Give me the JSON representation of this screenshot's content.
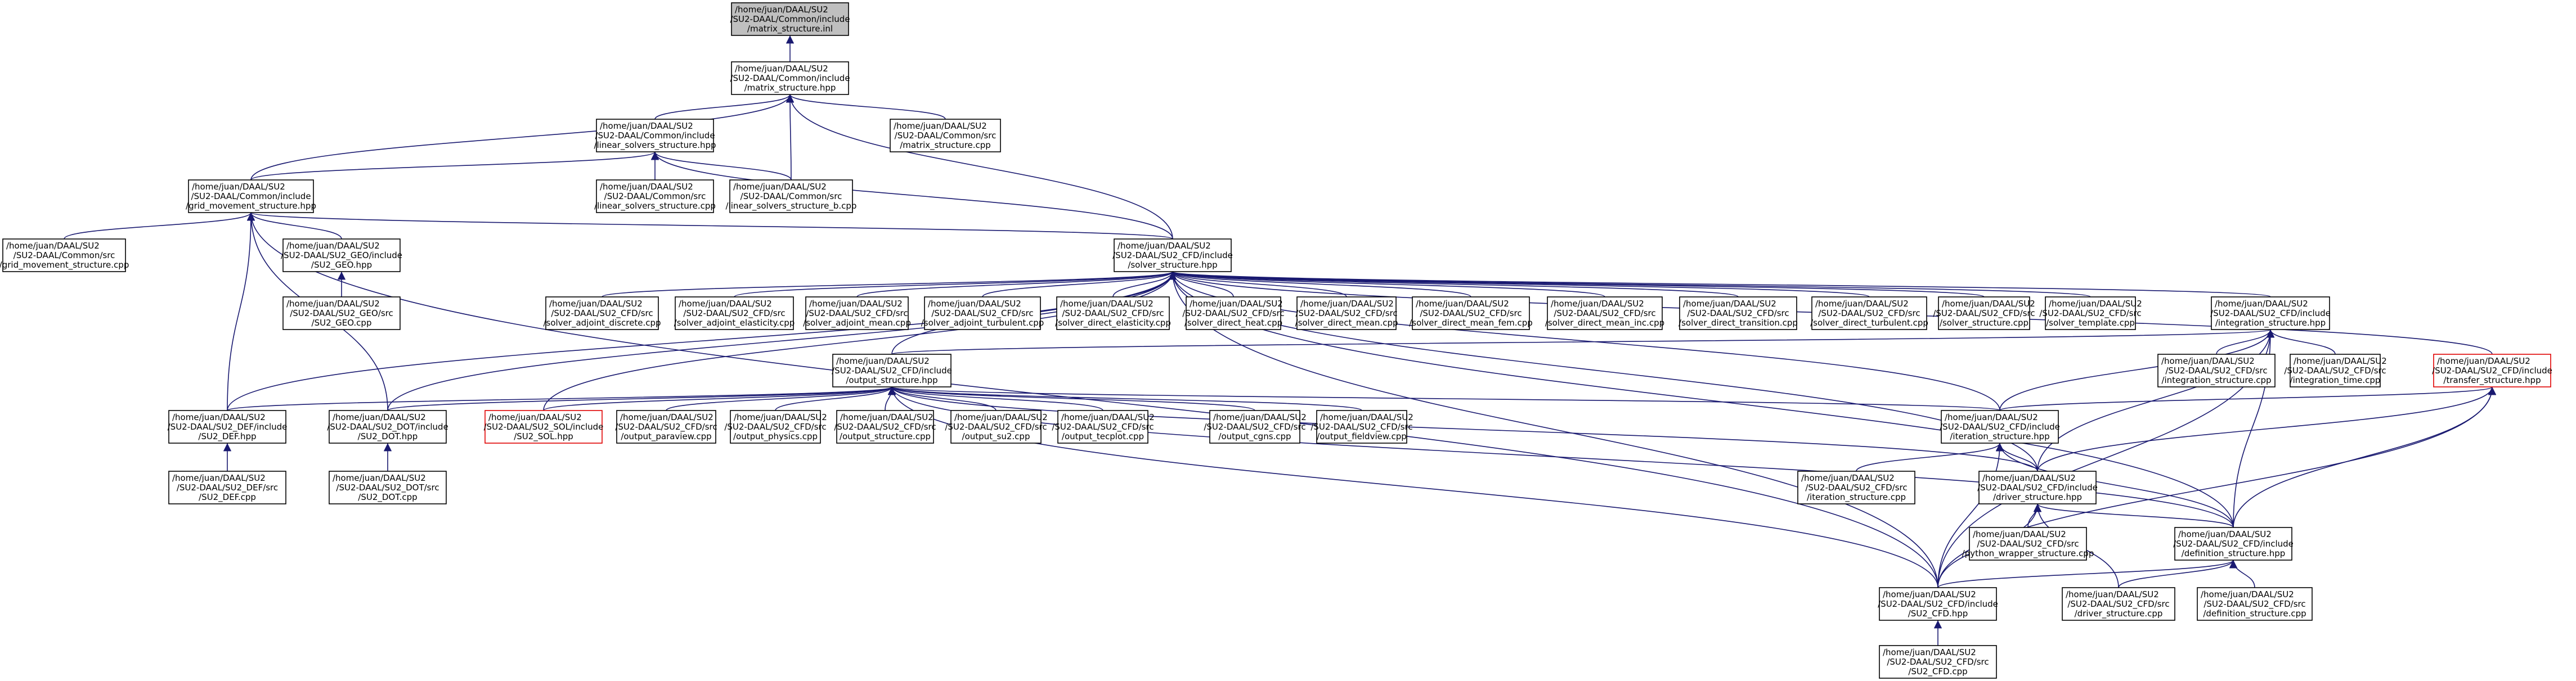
{
  "colors": {
    "edge": "#191970",
    "root_fill": "#bfbfbf",
    "red_border": "#e00000"
  },
  "nodes": {
    "matrix_structure_inl": [
      "/home/juan/DAAL/SU2",
      "/SU2-DAAL/Common/include",
      "/matrix_structure.inl"
    ],
    "matrix_structure_hpp": [
      "/home/juan/DAAL/SU2",
      "/SU2-DAAL/Common/include",
      "/matrix_structure.hpp"
    ],
    "linear_solvers_structure_hpp": [
      "/home/juan/DAAL/SU2",
      "/SU2-DAAL/Common/include",
      "/linear_solvers_structure.hpp"
    ],
    "matrix_structure_cpp": [
      "/home/juan/DAAL/SU2",
      "/SU2-DAAL/Common/src",
      "/matrix_structure.cpp"
    ],
    "grid_movement_structure_hpp": [
      "/home/juan/DAAL/SU2",
      "/SU2-DAAL/Common/include",
      "/grid_movement_structure.hpp"
    ],
    "linear_solvers_structure_cpp": [
      "/home/juan/DAAL/SU2",
      "/SU2-DAAL/Common/src",
      "/linear_solvers_structure.cpp"
    ],
    "linear_solvers_structure_b_cpp": [
      "/home/juan/DAAL/SU2",
      "/SU2-DAAL/Common/src",
      "/linear_solvers_structure_b.cpp"
    ],
    "grid_movement_structure_cpp": [
      "/home/juan/DAAL/SU2",
      "/SU2-DAAL/Common/src",
      "/grid_movement_structure.cpp"
    ],
    "su2_geo_hpp": [
      "/home/juan/DAAL/SU2",
      "/SU2-DAAL/SU2_GEO/include",
      "/SU2_GEO.hpp"
    ],
    "solver_structure_hpp": [
      "/home/juan/DAAL/SU2",
      "/SU2-DAAL/SU2_CFD/include",
      "/solver_structure.hpp"
    ],
    "su2_geo_cpp": [
      "/home/juan/DAAL/SU2",
      "/SU2-DAAL/SU2_GEO/src",
      "/SU2_GEO.cpp"
    ],
    "solver_adjoint_discrete_cpp": [
      "/home/juan/DAAL/SU2",
      "/SU2-DAAL/SU2_CFD/src",
      "/solver_adjoint_discrete.cpp"
    ],
    "solver_adjoint_elasticity_cpp": [
      "/home/juan/DAAL/SU2",
      "/SU2-DAAL/SU2_CFD/src",
      "/solver_adjoint_elasticity.cpp"
    ],
    "solver_adjoint_mean_cpp": [
      "/home/juan/DAAL/SU2",
      "/SU2-DAAL/SU2_CFD/src",
      "/solver_adjoint_mean.cpp"
    ],
    "solver_adjoint_turbulent_cpp": [
      "/home/juan/DAAL/SU2",
      "/SU2-DAAL/SU2_CFD/src",
      "/solver_adjoint_turbulent.cpp"
    ],
    "solver_direct_elasticity_cpp": [
      "/home/juan/DAAL/SU2",
      "/SU2-DAAL/SU2_CFD/src",
      "/solver_direct_elasticity.cpp"
    ],
    "solver_direct_heat_cpp": [
      "/home/juan/DAAL/SU2",
      "/SU2-DAAL/SU2_CFD/src",
      "/solver_direct_heat.cpp"
    ],
    "solver_direct_mean_cpp": [
      "/home/juan/DAAL/SU2",
      "/SU2-DAAL/SU2_CFD/src",
      "/solver_direct_mean.cpp"
    ],
    "solver_direct_mean_fem_cpp": [
      "/home/juan/DAAL/SU2",
      "/SU2-DAAL/SU2_CFD/src",
      "/solver_direct_mean_fem.cpp"
    ],
    "solver_direct_mean_inc_cpp": [
      "/home/juan/DAAL/SU2",
      "/SU2-DAAL/SU2_CFD/src",
      "/solver_direct_mean_inc.cpp"
    ],
    "solver_direct_transition_cpp": [
      "/home/juan/DAAL/SU2",
      "/SU2-DAAL/SU2_CFD/src",
      "/solver_direct_transition.cpp"
    ],
    "solver_direct_turbulent_cpp": [
      "/home/juan/DAAL/SU2",
      "/SU2-DAAL/SU2_CFD/src",
      "/solver_direct_turbulent.cpp"
    ],
    "solver_structure_cpp": [
      "/home/juan/DAAL/SU2",
      "/SU2-DAAL/SU2_CFD/src",
      "/solver_structure.cpp"
    ],
    "solver_template_cpp": [
      "/home/juan/DAAL/SU2",
      "/SU2-DAAL/SU2_CFD/src",
      "/solver_template.cpp"
    ],
    "integration_structure_hpp": [
      "/home/juan/DAAL/SU2",
      "/SU2-DAAL/SU2_CFD/include",
      "/integration_structure.hpp"
    ],
    "output_structure_hpp": [
      "/home/juan/DAAL/SU2",
      "/SU2-DAAL/SU2_CFD/include",
      "/output_structure.hpp"
    ],
    "integration_structure_cpp": [
      "/home/juan/DAAL/SU2",
      "/SU2-DAAL/SU2_CFD/src",
      "/integration_structure.cpp"
    ],
    "integration_time_cpp": [
      "/home/juan/DAAL/SU2",
      "/SU2-DAAL/SU2_CFD/src",
      "/integration_time.cpp"
    ],
    "transfer_structure_hpp": [
      "/home/juan/DAAL/SU2",
      "/SU2-DAAL/SU2_CFD/include",
      "/transfer_structure.hpp"
    ],
    "su2_def_hpp": [
      "/home/juan/DAAL/SU2",
      "/SU2-DAAL/SU2_DEF/include",
      "/SU2_DEF.hpp"
    ],
    "su2_dot_hpp": [
      "/home/juan/DAAL/SU2",
      "/SU2-DAAL/SU2_DOT/include",
      "/SU2_DOT.hpp"
    ],
    "su2_sol_hpp": [
      "/home/juan/DAAL/SU2",
      "/SU2-DAAL/SU2_SOL/include",
      "/SU2_SOL.hpp"
    ],
    "output_paraview_cpp": [
      "/home/juan/DAAL/SU2",
      "/SU2-DAAL/SU2_CFD/src",
      "/output_paraview.cpp"
    ],
    "output_physics_cpp": [
      "/home/juan/DAAL/SU2",
      "/SU2-DAAL/SU2_CFD/src",
      "/output_physics.cpp"
    ],
    "output_structure_cpp": [
      "/home/juan/DAAL/SU2",
      "/SU2-DAAL/SU2_CFD/src",
      "/output_structure.cpp"
    ],
    "output_su2_cpp": [
      "/home/juan/DAAL/SU2",
      "/SU2-DAAL/SU2_CFD/src",
      "/output_su2.cpp"
    ],
    "output_tecplot_cpp": [
      "/home/juan/DAAL/SU2",
      "/SU2-DAAL/SU2_CFD/src",
      "/output_tecplot.cpp"
    ],
    "output_cgns_cpp": [
      "/home/juan/DAAL/SU2",
      "/SU2-DAAL/SU2_CFD/src",
      "/output_cgns.cpp"
    ],
    "output_fieldview_cpp": [
      "/home/juan/DAAL/SU2",
      "/SU2-DAAL/SU2_CFD/src",
      "/output_fieldview.cpp"
    ],
    "iteration_structure_hpp": [
      "/home/juan/DAAL/SU2",
      "/SU2-DAAL/SU2_CFD/include",
      "/iteration_structure.hpp"
    ],
    "su2_def_cpp": [
      "/home/juan/DAAL/SU2",
      "/SU2-DAAL/SU2_DEF/src",
      "/SU2_DEF.cpp"
    ],
    "su2_dot_cpp": [
      "/home/juan/DAAL/SU2",
      "/SU2-DAAL/SU2_DOT/src",
      "/SU2_DOT.cpp"
    ],
    "iteration_structure_cpp": [
      "/home/juan/DAAL/SU2",
      "/SU2-DAAL/SU2_CFD/src",
      "/iteration_structure.cpp"
    ],
    "driver_structure_hpp": [
      "/home/juan/DAAL/SU2",
      "/SU2-DAAL/SU2_CFD/include",
      "/driver_structure.hpp"
    ],
    "python_wrapper_structure_cpp": [
      "/home/juan/DAAL/SU2",
      "/SU2-DAAL/SU2_CFD/src",
      "/python_wrapper_structure.cpp"
    ],
    "definition_structure_hpp": [
      "/home/juan/DAAL/SU2",
      "/SU2-DAAL/SU2_CFD/include",
      "/definition_structure.hpp"
    ],
    "su2_cfd_hpp": [
      "/home/juan/DAAL/SU2",
      "/SU2-DAAL/SU2_CFD/include",
      "/SU2_CFD.hpp"
    ],
    "driver_structure_cpp": [
      "/home/juan/DAAL/SU2",
      "/SU2-DAAL/SU2_CFD/src",
      "/driver_structure.cpp"
    ],
    "definition_structure_cpp": [
      "/home/juan/DAAL/SU2",
      "/SU2-DAAL/SU2_CFD/src",
      "/definition_structure.cpp"
    ],
    "su2_cfd_cpp": [
      "/home/juan/DAAL/SU2",
      "/SU2-DAAL/SU2_CFD/src",
      "/SU2_CFD.cpp"
    ]
  },
  "edges": [
    [
      "matrix_structure_hpp",
      "matrix_structure_inl"
    ],
    [
      "linear_solvers_structure_hpp",
      "matrix_structure_hpp"
    ],
    [
      "matrix_structure_cpp",
      "matrix_structure_hpp"
    ],
    [
      "grid_movement_structure_hpp",
      "matrix_structure_hpp"
    ],
    [
      "linear_solvers_structure_b_cpp",
      "matrix_structure_hpp"
    ],
    [
      "solver_structure_hpp",
      "matrix_structure_hpp"
    ],
    [
      "grid_movement_structure_hpp",
      "linear_solvers_structure_hpp"
    ],
    [
      "linear_solvers_structure_cpp",
      "linear_solvers_structure_hpp"
    ],
    [
      "linear_solvers_structure_b_cpp",
      "linear_solvers_structure_hpp"
    ],
    [
      "solver_structure_hpp",
      "linear_solvers_structure_hpp"
    ],
    [
      "grid_movement_structure_cpp",
      "grid_movement_structure_hpp"
    ],
    [
      "su2_geo_hpp",
      "grid_movement_structure_hpp"
    ],
    [
      "solver_structure_hpp",
      "grid_movement_structure_hpp"
    ],
    [
      "su2_def_hpp",
      "grid_movement_structure_hpp"
    ],
    [
      "su2_dot_hpp",
      "grid_movement_structure_hpp"
    ],
    [
      "su2_cfd_hpp",
      "grid_movement_structure_hpp"
    ],
    [
      "su2_geo_cpp",
      "su2_geo_hpp"
    ],
    [
      "solver_adjoint_discrete_cpp",
      "solver_structure_hpp"
    ],
    [
      "solver_adjoint_elasticity_cpp",
      "solver_structure_hpp"
    ],
    [
      "solver_adjoint_mean_cpp",
      "solver_structure_hpp"
    ],
    [
      "solver_adjoint_turbulent_cpp",
      "solver_structure_hpp"
    ],
    [
      "solver_direct_elasticity_cpp",
      "solver_structure_hpp"
    ],
    [
      "solver_direct_heat_cpp",
      "solver_structure_hpp"
    ],
    [
      "solver_direct_mean_cpp",
      "solver_structure_hpp"
    ],
    [
      "solver_direct_mean_fem_cpp",
      "solver_structure_hpp"
    ],
    [
      "solver_direct_mean_inc_cpp",
      "solver_structure_hpp"
    ],
    [
      "solver_direct_transition_cpp",
      "solver_structure_hpp"
    ],
    [
      "solver_direct_turbulent_cpp",
      "solver_structure_hpp"
    ],
    [
      "solver_structure_cpp",
      "solver_structure_hpp"
    ],
    [
      "solver_template_cpp",
      "solver_structure_hpp"
    ],
    [
      "integration_structure_hpp",
      "solver_structure_hpp"
    ],
    [
      "output_structure_hpp",
      "solver_structure_hpp"
    ],
    [
      "transfer_structure_hpp",
      "solver_structure_hpp"
    ],
    [
      "su2_def_hpp",
      "solver_structure_hpp"
    ],
    [
      "su2_dot_hpp",
      "solver_structure_hpp"
    ],
    [
      "su2_sol_hpp",
      "solver_structure_hpp"
    ],
    [
      "iteration_structure_hpp",
      "solver_structure_hpp"
    ],
    [
      "driver_structure_hpp",
      "solver_structure_hpp"
    ],
    [
      "definition_structure_hpp",
      "solver_structure_hpp"
    ],
    [
      "su2_cfd_hpp",
      "solver_structure_hpp"
    ],
    [
      "integration_structure_cpp",
      "integration_structure_hpp"
    ],
    [
      "integration_time_cpp",
      "integration_structure_hpp"
    ],
    [
      "output_structure_hpp",
      "integration_structure_hpp"
    ],
    [
      "iteration_structure_hpp",
      "integration_structure_hpp"
    ],
    [
      "driver_structure_hpp",
      "integration_structure_hpp"
    ],
    [
      "definition_structure_hpp",
      "integration_structure_hpp"
    ],
    [
      "su2_cfd_hpp",
      "integration_structure_hpp"
    ],
    [
      "iteration_structure_hpp",
      "transfer_structure_hpp"
    ],
    [
      "driver_structure_hpp",
      "transfer_structure_hpp"
    ],
    [
      "definition_structure_hpp",
      "transfer_structure_hpp"
    ],
    [
      "su2_cfd_hpp",
      "transfer_structure_hpp"
    ],
    [
      "su2_def_hpp",
      "output_structure_hpp"
    ],
    [
      "su2_dot_hpp",
      "output_structure_hpp"
    ],
    [
      "su2_sol_hpp",
      "output_structure_hpp"
    ],
    [
      "output_paraview_cpp",
      "output_structure_hpp"
    ],
    [
      "output_physics_cpp",
      "output_structure_hpp"
    ],
    [
      "output_structure_cpp",
      "output_structure_hpp"
    ],
    [
      "output_su2_cpp",
      "output_structure_hpp"
    ],
    [
      "output_tecplot_cpp",
      "output_structure_hpp"
    ],
    [
      "output_cgns_cpp",
      "output_structure_hpp"
    ],
    [
      "output_fieldview_cpp",
      "output_structure_hpp"
    ],
    [
      "iteration_structure_hpp",
      "output_structure_hpp"
    ],
    [
      "driver_structure_hpp",
      "output_structure_hpp"
    ],
    [
      "definition_structure_hpp",
      "output_structure_hpp"
    ],
    [
      "su2_cfd_hpp",
      "output_structure_hpp"
    ],
    [
      "su2_def_cpp",
      "su2_def_hpp"
    ],
    [
      "su2_dot_cpp",
      "su2_dot_hpp"
    ],
    [
      "iteration_structure_cpp",
      "iteration_structure_hpp"
    ],
    [
      "driver_structure_hpp",
      "iteration_structure_hpp"
    ],
    [
      "definition_structure_hpp",
      "iteration_structure_hpp"
    ],
    [
      "su2_cfd_hpp",
      "iteration_structure_hpp"
    ],
    [
      "python_wrapper_structure_cpp",
      "driver_structure_hpp"
    ],
    [
      "definition_structure_hpp",
      "driver_structure_hpp"
    ],
    [
      "su2_cfd_hpp",
      "driver_structure_hpp"
    ],
    [
      "driver_structure_cpp",
      "driver_structure_hpp"
    ],
    [
      "su2_cfd_hpp",
      "definition_structure_hpp"
    ],
    [
      "driver_structure_cpp",
      "definition_structure_hpp"
    ],
    [
      "definition_structure_cpp",
      "definition_structure_hpp"
    ],
    [
      "su2_cfd_cpp",
      "su2_cfd_hpp"
    ]
  ]
}
